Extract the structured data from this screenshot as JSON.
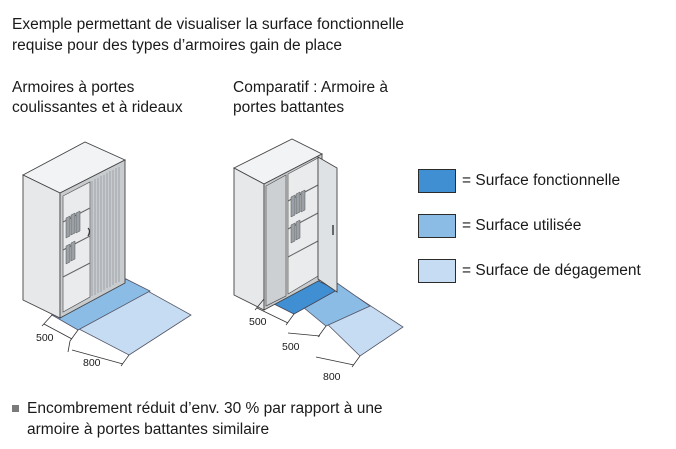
{
  "intro": {
    "line1": "Exemple permettant de visualiser la surface fonctionnelle",
    "line2": "requise pour des types d’armoires gain de place"
  },
  "left_caption": {
    "line1": "Armoires à portes",
    "line2": "coulissantes et à rideaux"
  },
  "right_caption": {
    "line1": "Comparatif : Armoire à",
    "line2": "portes battantes"
  },
  "left_dims": {
    "depth": "500",
    "clearance": "800"
  },
  "right_dims": {
    "depth": "500",
    "door": "500",
    "clearance": "800"
  },
  "legend": [
    {
      "label": "= Surface fonctionnelle",
      "color": "#3f8fd2"
    },
    {
      "label": "= Surface utilisée",
      "color": "#8bbce6"
    },
    {
      "label": "= Surface de dégagement",
      "color": "#c5dcf3"
    }
  ],
  "footer": {
    "line1": "Encombrement réduit d’env. 30 % par rapport à une",
    "line2": "armoire à portes battantes similaire"
  },
  "colors": {
    "functional": "#3f8fd2",
    "used": "#8bbce6",
    "clearance": "#c5dcf3",
    "cabinet_front": "#c9cccf",
    "cabinet_side": "#e6e8ea",
    "cabinet_top": "#f2f3f4"
  }
}
